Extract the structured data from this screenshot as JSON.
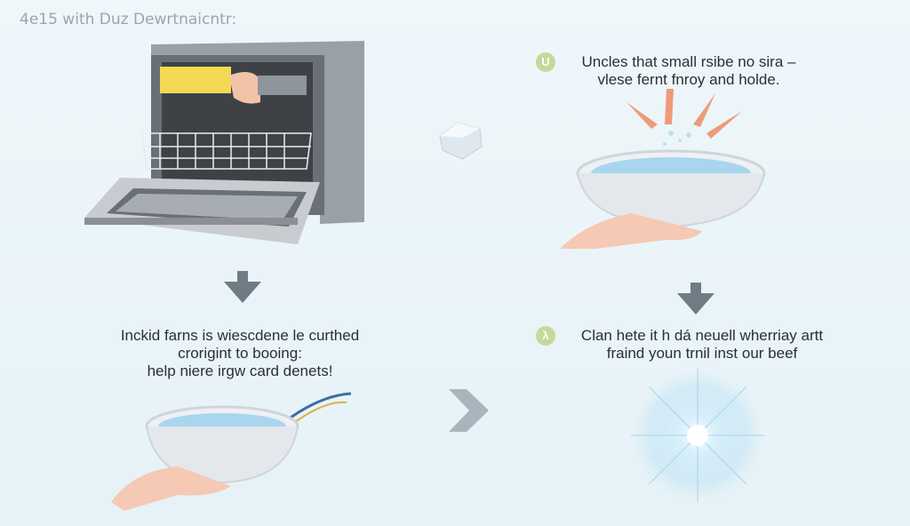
{
  "title": "4e15 with Duz Dewrtnaicntr:",
  "steps": [
    {
      "badge": "",
      "lines": [
        "Inckid farns is wiescdene le curthed",
        "crorigint to booing:",
        "help niere irgw card denets!"
      ]
    },
    {
      "badge": "U",
      "lines": [
        "Uncles that small rsibe no sira –",
        "vlese fernt fnroy and holde."
      ]
    },
    {
      "badge": "λ",
      "lines": [
        "Clan hete it h dá neuell wherriay artt",
        "fraind youn trnil inst our beef"
      ]
    }
  ],
  "colors": {
    "background": "#eaf4f8",
    "arrow": "#6f7c86",
    "badge": "#c6d99a",
    "water": "#a9d6ee",
    "accent_arrows": "#ef9a7a"
  }
}
